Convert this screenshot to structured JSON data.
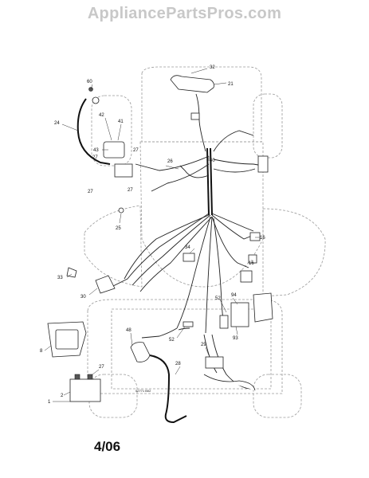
{
  "watermark": "AppliancePartsPros.com",
  "date_label": "4/06",
  "figure_code": "02771 B02",
  "callouts": {
    "c1": "1",
    "c2": "2",
    "c8": "8",
    "c16a": "16",
    "c16b": "16",
    "c21": "21",
    "c24": "24",
    "c25": "25",
    "c26": "26",
    "c27a": "27",
    "c27b": "27",
    "c27c": "27",
    "c27d": "27",
    "c27e": "27",
    "c28": "28",
    "c29": "29",
    "c30": "30",
    "c32": "32",
    "c33": "33",
    "c34": "34",
    "c40": "40",
    "c41": "41",
    "c42": "42",
    "c43": "43",
    "c48": "48",
    "c52a": "52",
    "c52b": "52",
    "c60": "60",
    "c93": "93",
    "c94": "94"
  }
}
